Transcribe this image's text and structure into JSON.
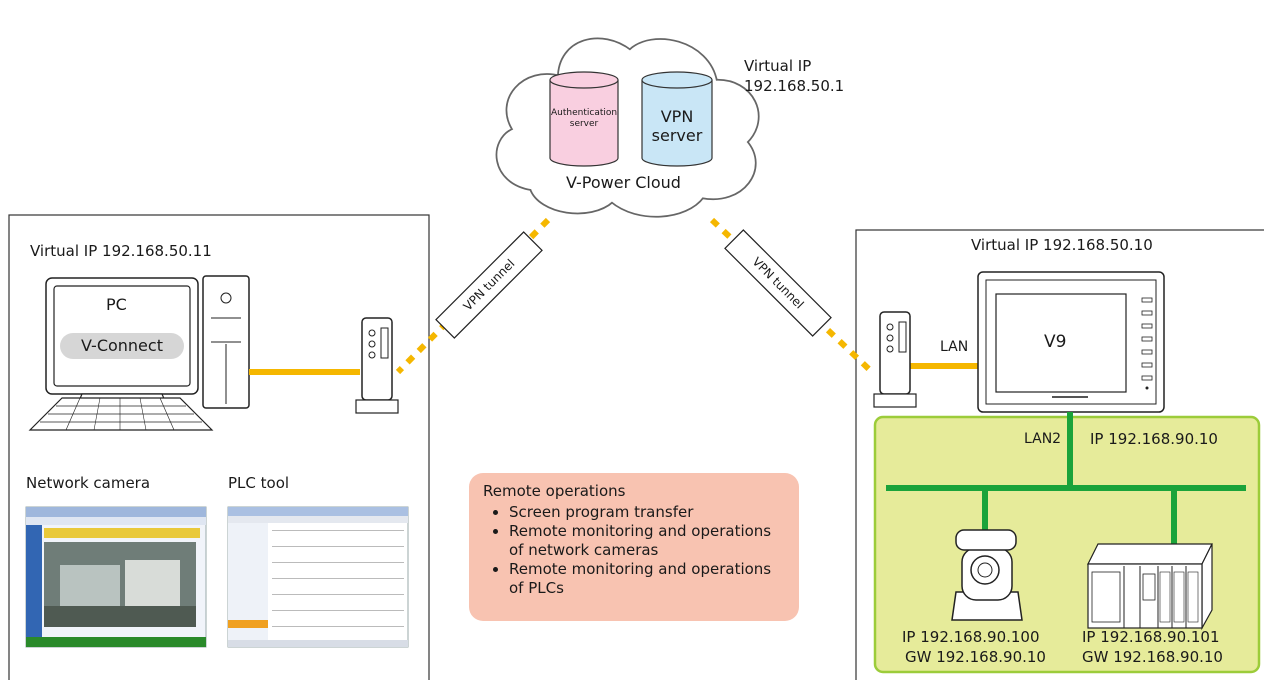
{
  "cloud": {
    "name": "V-Power Cloud",
    "virtual_ip_label": "Virtual IP",
    "virtual_ip": "192.168.50.1",
    "auth_server": "Authentication server",
    "vpn_server_line1": "VPN",
    "vpn_server_line2": "server"
  },
  "tunnels": {
    "left": "VPN tunnel",
    "right": "VPN tunnel"
  },
  "pc_site": {
    "virtual_ip": "Virtual IP 192.168.50.11",
    "pc_label": "PC",
    "app": "V-Connect",
    "camera_label": "Network camera",
    "plc_tool_label": "PLC tool"
  },
  "remote_ops": {
    "title": "Remote operations",
    "items": [
      "Screen program transfer",
      "Remote monitoring and operations of network cameras",
      "Remote monitoring and operations of PLCs"
    ]
  },
  "hmi_site": {
    "virtual_ip": "Virtual IP 192.168.50.10",
    "device": "V9",
    "lan": "LAN",
    "lan2": "LAN2",
    "lan2_ip": "IP 192.168.90.10",
    "camera_ip": "IP 192.168.90.100",
    "camera_gw": "GW 192.168.90.10",
    "plc_ip": "IP 192.168.90.101",
    "plc_gw": "GW 192.168.90.10"
  },
  "colors": {
    "cable": "#f5b700",
    "lan2_bus": "#1aa33a",
    "subnet_bg": "#e6eb9a",
    "subnet_border": "#9ccc3a",
    "ops_bg": "#f8c3b1"
  }
}
